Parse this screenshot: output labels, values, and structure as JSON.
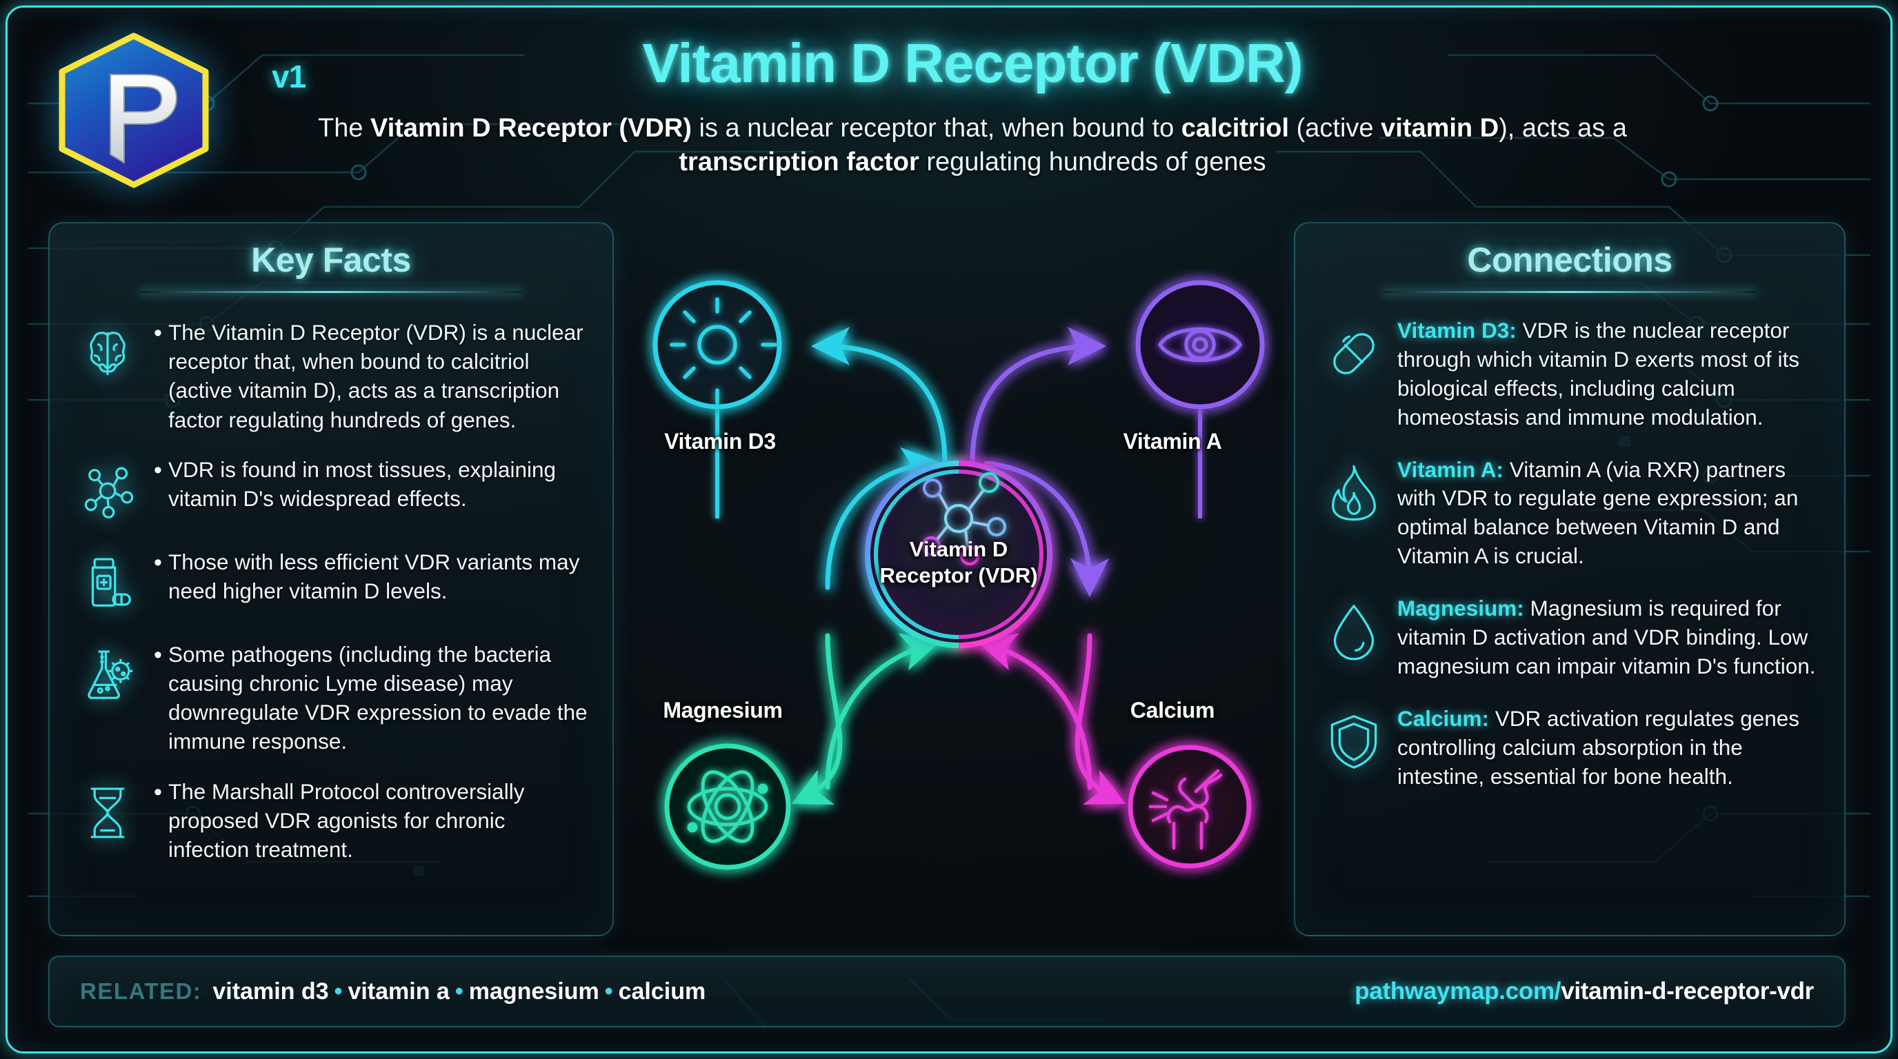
{
  "header": {
    "version_badge": "v1",
    "logo_letter": "P",
    "title": "Vitamin D Receptor (VDR)",
    "subtitle_html": "The <b>Vitamin D Receptor (VDR)</b> is a nuclear receptor that, when bound to <b>calcitriol</b> (active <b>vitamin D</b>), acts as a <b>transcription factor</b> regulating hundreds of genes"
  },
  "key_facts": {
    "heading": "Key Facts",
    "items": [
      {
        "icon": "brain-icon",
        "text": "The Vitamin D Receptor (VDR) is a nuclear receptor that, when bound to calcitriol (active vitamin D), acts as a transcription factor regulating hundreds of genes."
      },
      {
        "icon": "molecule-icon",
        "text": "VDR is found in most tissues, explaining vitamin D's widespread effects."
      },
      {
        "icon": "pill-bottle-icon",
        "text": "Those with less efficient VDR variants may need higher vitamin D levels."
      },
      {
        "icon": "flask-bacteria-icon",
        "text": "Some pathogens (including the bacteria causing chronic Lyme disease) may downregulate VDR expression to evade the immune response."
      },
      {
        "icon": "hourglass-icon",
        "text": "The Marshall Protocol controversially proposed VDR agonists for chronic infection treatment."
      }
    ],
    "bullet": "•"
  },
  "connections": {
    "heading": "Connections",
    "items": [
      {
        "icon": "capsule-icon",
        "label": "Vitamin D3:",
        "text": " VDR is the nuclear receptor through which vitamin D exerts most of its biological effects, including calcium homeostasis and immune modulation."
      },
      {
        "icon": "flame-icon",
        "label": "Vitamin A:",
        "text": " Vitamin A (via RXR) partners with VDR to regulate gene expression; an optimal balance between Vitamin D and Vitamin A is crucial."
      },
      {
        "icon": "droplet-icon",
        "label": "Magnesium:",
        "text": " Magnesium is required for vitamin D activation and VDR binding. Low magnesium can impair vitamin D's function."
      },
      {
        "icon": "shield-icon",
        "label": "Calcium:",
        "text": " VDR activation regulates genes controlling calcium absorption in the intestine, essential for bone health."
      }
    ]
  },
  "diagram": {
    "center": {
      "label_line1": "Vitamin D",
      "label_line2": "Receptor (VDR)",
      "icon": "molecule-icon"
    },
    "nodes": [
      {
        "id": "vitamin-d3",
        "label": "Vitamin D3",
        "icon": "sun-icon",
        "color": "#2ad4e8",
        "position": "top-left"
      },
      {
        "id": "vitamin-a",
        "label": "Vitamin A",
        "icon": "eye-icon",
        "color": "#9061f0",
        "position": "top-right"
      },
      {
        "id": "magnesium",
        "label": "Magnesium",
        "icon": "atom-icon",
        "color": "#2ee0b4",
        "position": "bottom-left"
      },
      {
        "id": "calcium",
        "label": "Calcium",
        "icon": "bone-joint-icon",
        "color": "#e83ad8",
        "position": "bottom-right"
      }
    ]
  },
  "footer": {
    "related_label": "RELATED:",
    "related_tags": [
      "vitamin d3",
      "vitamin a",
      "magnesium",
      "calcium"
    ],
    "separator": "•",
    "url_domain": "pathwaymap.com/",
    "url_path": "vitamin-d-receptor-vdr"
  },
  "colors": {
    "accent_cyan": "#3fe3ea",
    "heading_cyan": "#a9ecec",
    "title_cyan": "#5ff2f2",
    "background": "#06090d",
    "vitamin_d3": "#2ad4e8",
    "vitamin_a": "#9061f0",
    "magnesium": "#2ee0b4",
    "calcium": "#e83ad8"
  }
}
